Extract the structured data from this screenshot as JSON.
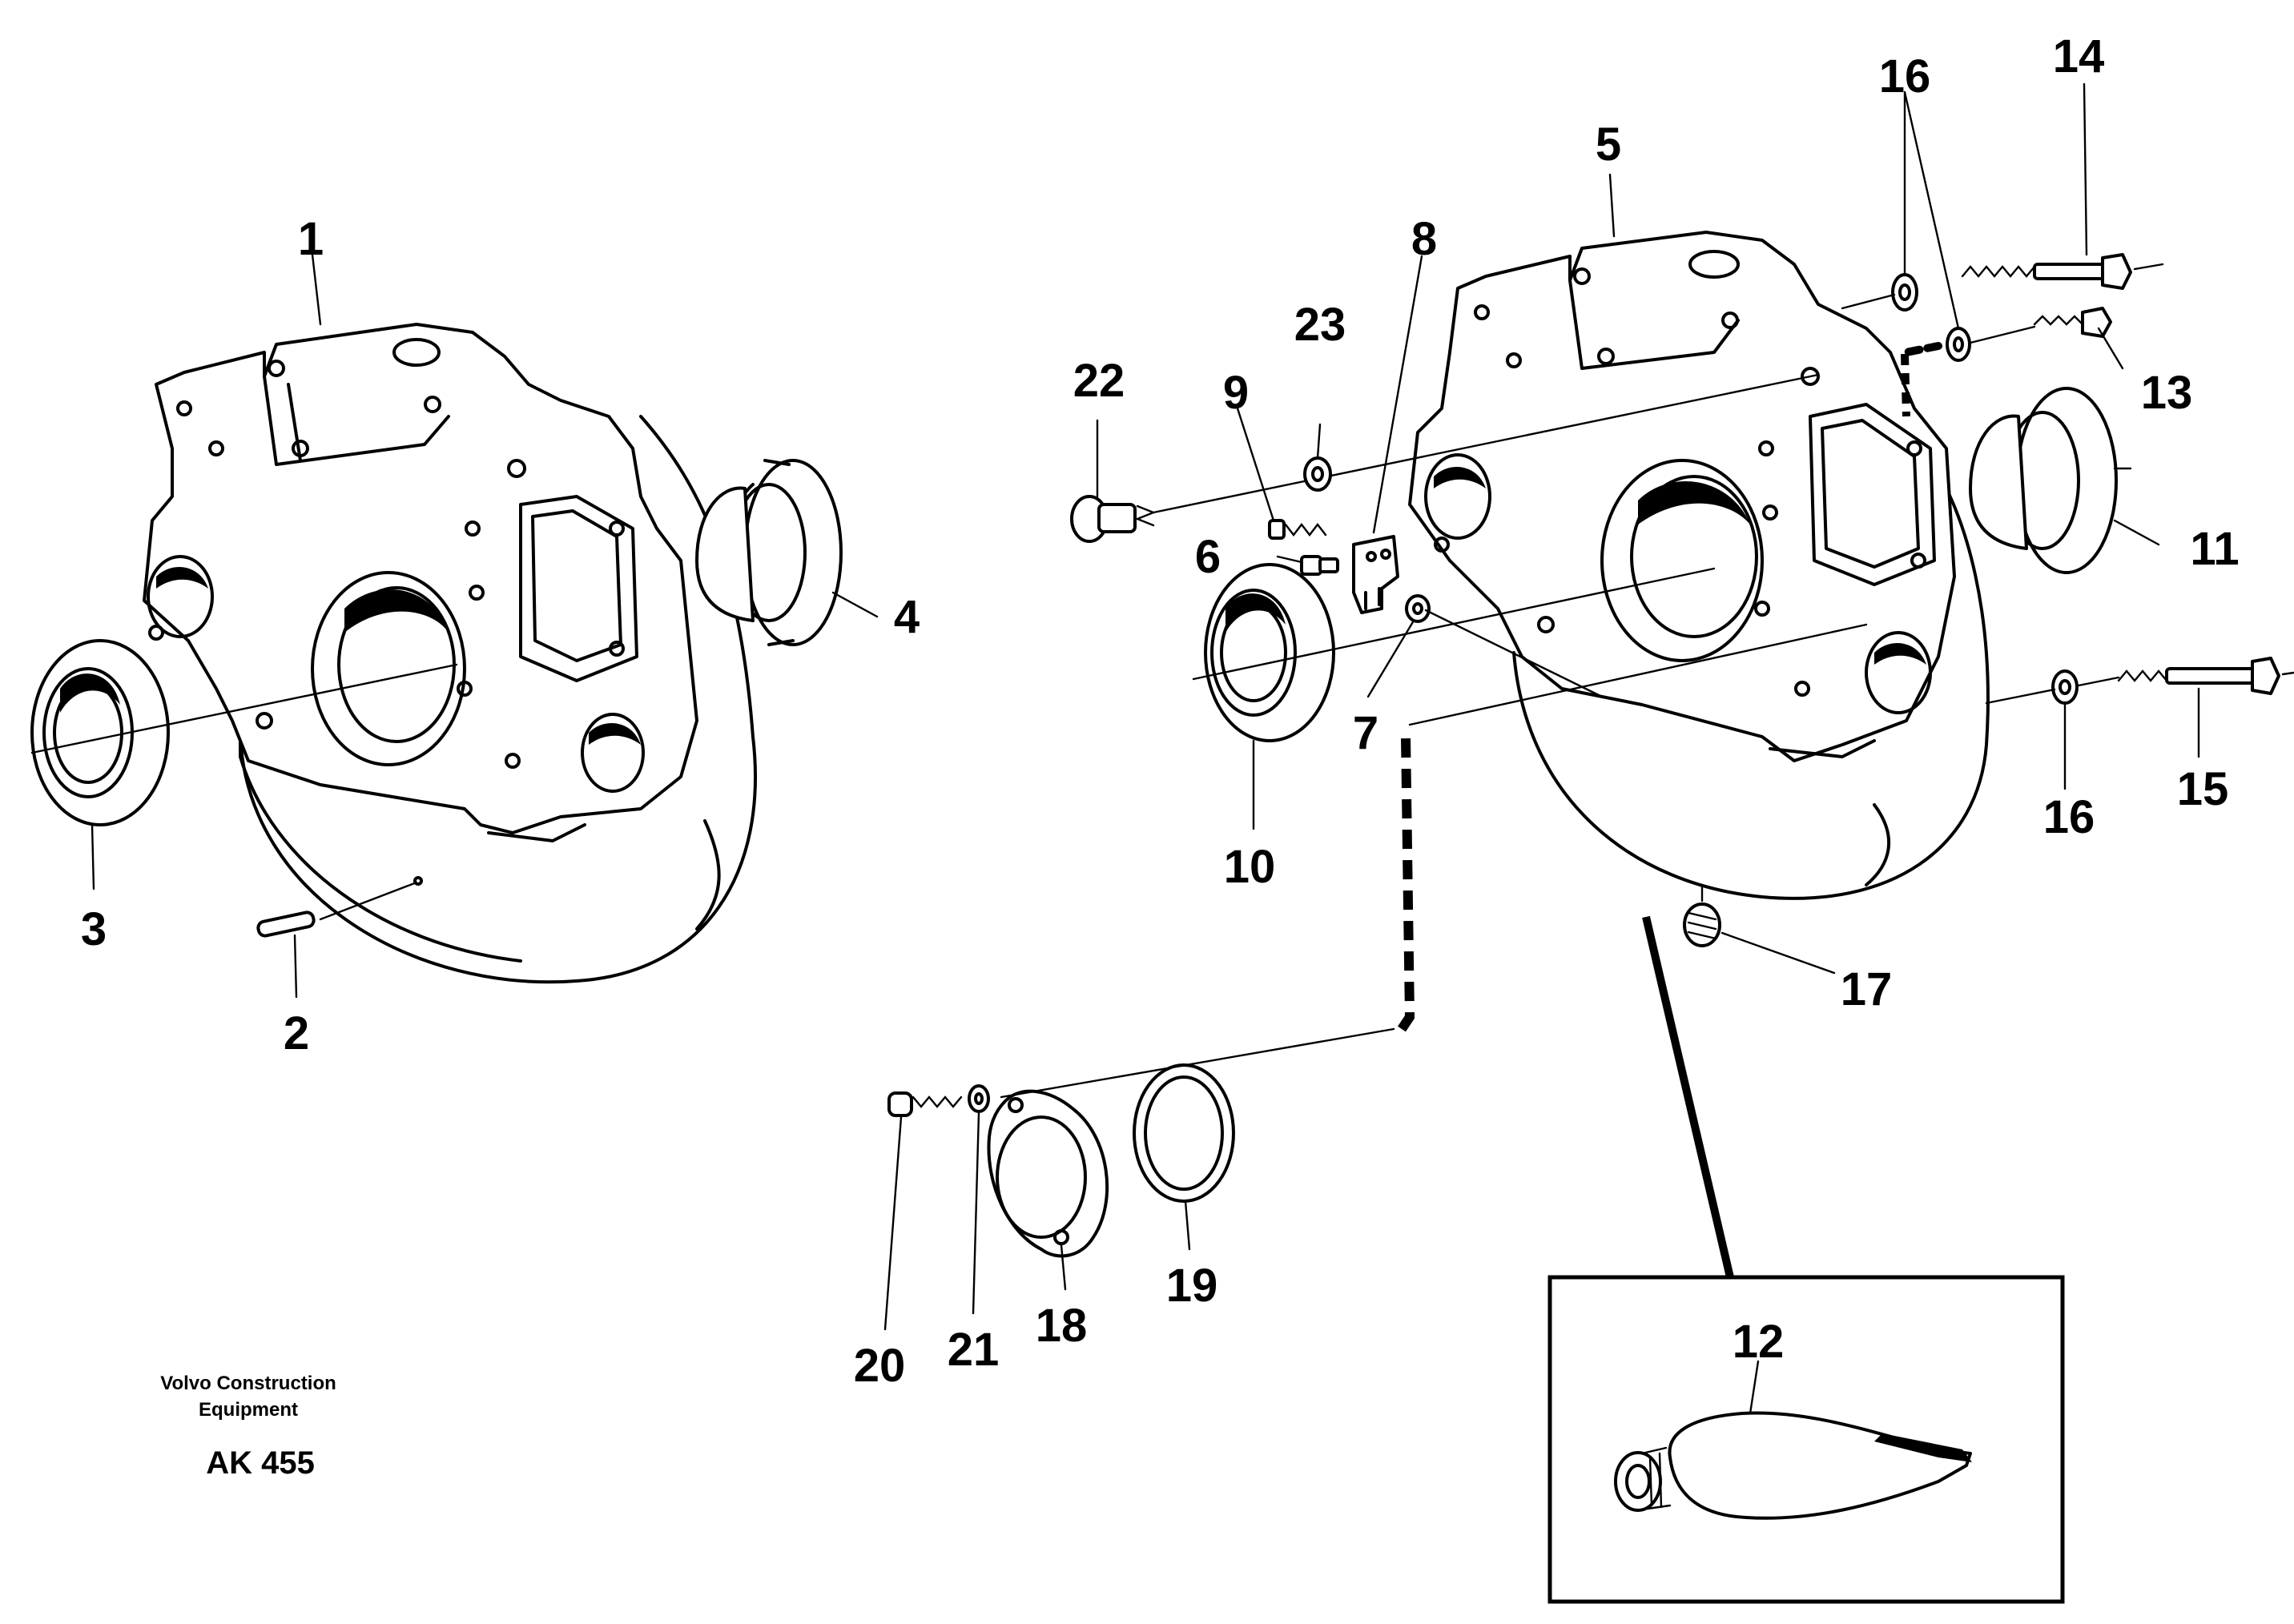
{
  "credit": {
    "line1": "Volvo Construction",
    "line2": "Equipment",
    "code": "AK 455"
  },
  "callouts": {
    "c1": "1",
    "c2": "2",
    "c3": "3",
    "c4": "4",
    "c5": "5",
    "c6": "6",
    "c7": "7",
    "c8": "8",
    "c9": "9",
    "c10": "10",
    "c11": "11",
    "c12": "12",
    "c13": "13",
    "c14": "14",
    "c15": "15",
    "c16a": "16",
    "c16b": "16",
    "c17": "17",
    "c18": "18",
    "c19": "19",
    "c20": "20",
    "c21": "21",
    "c22": "22",
    "c23": "23"
  }
}
